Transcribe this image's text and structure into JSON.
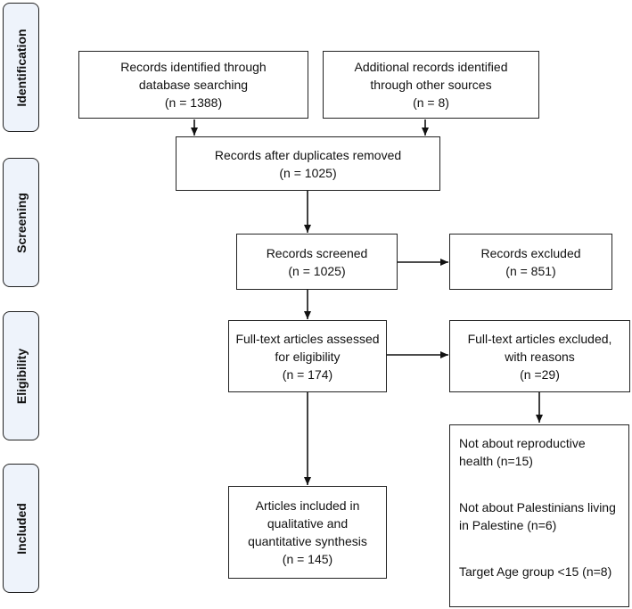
{
  "phases": {
    "identification": "Identification",
    "screening": "Screening",
    "eligibility": "Eligibility",
    "included": "Included"
  },
  "boxes": {
    "database": {
      "lines": [
        "Records identified through",
        "database searching",
        "(n = 1388)"
      ]
    },
    "other_sources": {
      "lines": [
        "Additional records identified",
        "through other sources",
        "(n = 8)"
      ]
    },
    "after_duplicates": {
      "lines": [
        "Records after duplicates removed",
        "(n = 1025)"
      ]
    },
    "screened": {
      "lines": [
        "Records screened",
        "(n = 1025)"
      ]
    },
    "excluded": {
      "lines": [
        "Records excluded",
        "(n = 851)"
      ]
    },
    "fulltext_assessed": {
      "lines": [
        "Full-text articles assessed",
        "for eligibility",
        "(n = 174)"
      ]
    },
    "fulltext_excluded": {
      "lines": [
        "Full-text articles excluded,",
        "with reasons",
        "(n =29)"
      ]
    },
    "included": {
      "lines": [
        "Articles included in",
        "qualitative and",
        "quantitative synthesis",
        "(n = 145)"
      ]
    }
  },
  "exclusion_reasons": [
    [
      "Not about reproductive",
      "health (n=15)"
    ],
    [
      "Not about Palestinians living",
      "in Palestine (n=6)"
    ],
    [
      "Target Age group <15 (n=8)"
    ]
  ]
}
